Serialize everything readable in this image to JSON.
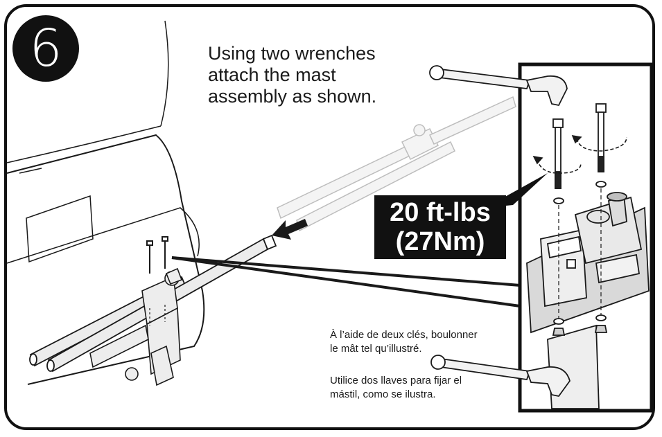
{
  "step": {
    "number": "6"
  },
  "instructions": {
    "english": "Using two wrenches\nattach the mast\nassembly as shown.",
    "french": "À l’aide de deux clés, boulonner\nle mât tel qu’illustré.",
    "spanish": "Utilice dos llaves para fijar el\nmástil, como se ilustra."
  },
  "torque": {
    "line1": "20 ft-lbs",
    "line2": "(27Nm)"
  },
  "colors": {
    "ink": "#111111",
    "paper": "#ffffff",
    "ghost": "#c8c8c8",
    "metal": "#e4e4e4"
  },
  "icons": [
    "step-number-badge",
    "wrench-icon",
    "bolt-icon",
    "rotation-arrow-icon",
    "insert-arrow-icon"
  ]
}
